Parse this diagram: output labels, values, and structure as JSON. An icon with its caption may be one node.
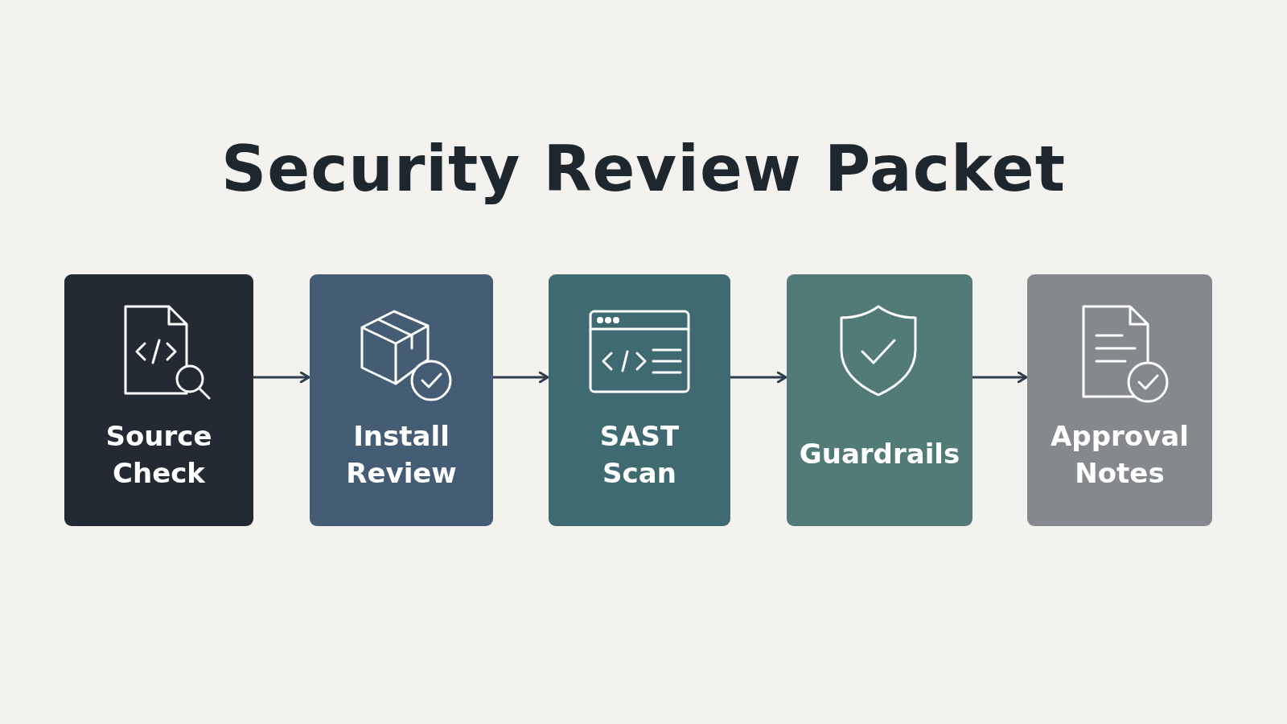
{
  "diagram": {
    "title": "Security Review Packet",
    "nodes": [
      {
        "text": [
          "Source Check"
        ]
      },
      {
        "text": [
          "Install Review"
        ]
      },
      {
        "text": [
          "SAST Scan"
        ]
      },
      {
        "text": [
          "Guardrails"
        ]
      },
      {
        "text": [
          "Approval Notes"
        ]
      }
    ],
    "edges": [
      {
        "from": 0,
        "to": 1,
        "arrow": "to"
      },
      {
        "from": 1,
        "to": 2,
        "arrow": "to"
      },
      {
        "from": 2,
        "to": 3,
        "arrow": "to"
      },
      {
        "from": 3,
        "to": 4,
        "arrow": "to"
      }
    ]
  }
}
